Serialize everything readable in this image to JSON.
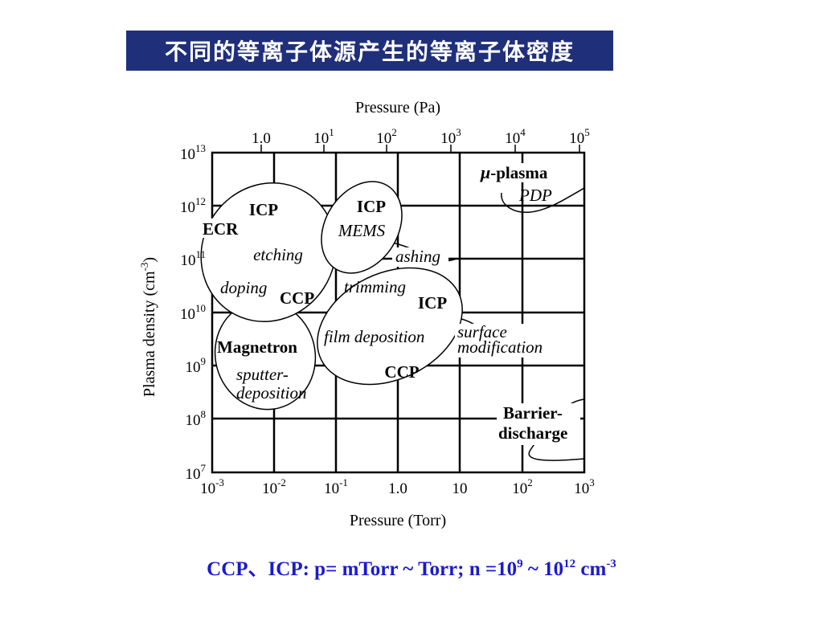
{
  "title": "不同的等离子体源产生的等离子体密度",
  "axes": {
    "top_label": "Pressure  (Pa)",
    "bottom_label": "Pressure  (Torr)",
    "left_label_main": "Plasma density (cm",
    "left_label_exp": "-3",
    "left_label_close": ")",
    "top_ticks": [
      {
        "base": "1.0",
        "exp": ""
      },
      {
        "base": "10",
        "exp": "1"
      },
      {
        "base": "10",
        "exp": "2"
      },
      {
        "base": "10",
        "exp": "3"
      },
      {
        "base": "10",
        "exp": "4"
      },
      {
        "base": "10",
        "exp": "5"
      }
    ],
    "bottom_ticks": [
      {
        "base": "10",
        "exp": "-3"
      },
      {
        "base": "10",
        "exp": "-2"
      },
      {
        "base": "10",
        "exp": "-1"
      },
      {
        "base": "1.0",
        "exp": ""
      },
      {
        "base": "10",
        "exp": ""
      },
      {
        "base": "10",
        "exp": "2"
      },
      {
        "base": "10",
        "exp": "3"
      }
    ],
    "left_ticks": [
      {
        "base": "10",
        "exp": "13"
      },
      {
        "base": "10",
        "exp": "12"
      },
      {
        "base": "10",
        "exp": "11"
      },
      {
        "base": "10",
        "exp": "10"
      },
      {
        "base": "10",
        "exp": "9"
      },
      {
        "base": "10",
        "exp": "8"
      },
      {
        "base": "10",
        "exp": "7"
      }
    ]
  },
  "regions": {
    "icp_etching": "ICP",
    "ecr": "ECR",
    "etching": "etching",
    "doping": "doping",
    "ccp_etching": "CCP",
    "icp_mems": "ICP",
    "mems": "MEMS",
    "ashing": "ashing",
    "trimming": "trimming",
    "icp_film": "ICP",
    "film_deposition": "film deposition",
    "ccp_film": "CCP",
    "surface": "surface",
    "modification": "modification",
    "magnetron": "Magnetron",
    "sputter": "sputter-",
    "deposition": "deposition",
    "mu_symbol": "μ",
    "mu_plasma": "-plasma",
    "pdp": "PDP",
    "barrier": "Barrier-",
    "discharge": "discharge"
  },
  "footer": {
    "prefix": "CCP、ICP: p= mTorr ~ Torr;  n =10",
    "exp1": "9",
    "mid": " ~ 10",
    "exp2": "12",
    "unit": " cm",
    "exp3": "-3"
  }
}
